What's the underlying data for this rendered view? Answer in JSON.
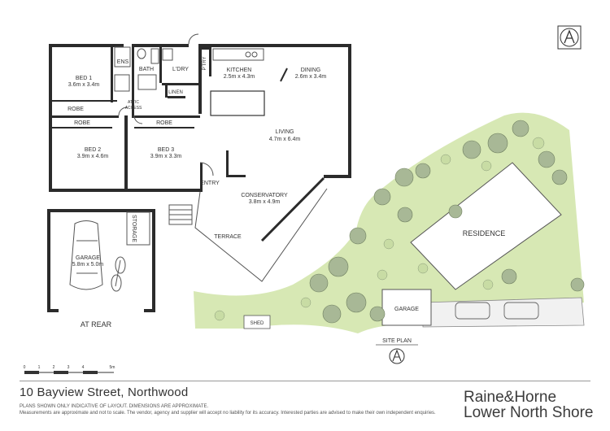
{
  "rooms": {
    "bed1": {
      "name": "BED 1",
      "size": "3.6m x 3.4m"
    },
    "ens": "ENS",
    "bath": "BATH",
    "ldry": "L'DRY",
    "linen": "LINEN",
    "ptry": "P'TRY",
    "kitchen": {
      "name": "KITCHEN",
      "size": "2.5m x 4.3m"
    },
    "dining": {
      "name": "DINING",
      "size": "2.6m x 3.4m"
    },
    "robe1": "ROBE",
    "attic_line1": "ATTIC",
    "attic_line2": "ACCESS",
    "robe2": "ROBE",
    "robe3": "ROBE",
    "bed2": {
      "name": "BED 2",
      "size": "3.9m x 4.6m"
    },
    "bed3": {
      "name": "BED 3",
      "size": "3.9m x 3.3m"
    },
    "living": {
      "name": "LIVING",
      "size": "4.7m x 6.4m"
    },
    "entry": "ENTRY",
    "conservatory": {
      "name": "CONSERVATORY",
      "size": "3.8m x 4.9m"
    },
    "terrace": "TERRACE",
    "storage": "STORAGE",
    "garage": {
      "name": "GARAGE",
      "size": "5.8m x 5.0m"
    },
    "at_rear": "AT REAR"
  },
  "site_plan": {
    "residence": "RESIDENCE",
    "garage": "GARAGE",
    "shed": "SHED",
    "title": "SITE PLAN"
  },
  "scale_bar": {
    "ticks": [
      "0",
      "1",
      "2",
      "3",
      "4",
      "5m"
    ]
  },
  "footer": {
    "address": "10 Bayview Street, Northwood",
    "disclaimer_line1": "PLANS SHOWN ONLY INDICATIVE OF LAYOUT. DIMENSIONS ARE APPROXIMATE.",
    "disclaimer_line2": "Measurements are approximate and not to scale. The vendor, agency and supplier will accept no liability for its accuracy. Interested parties are advised to make their own independent enquiries.",
    "brand": "Raine&Horne",
    "brand_sub": "Lower North Shore"
  },
  "colors": {
    "wall": "#2b2b2b",
    "tree_dark": "#8a9a7a",
    "tree_light": "#c8dca4",
    "lawn": "#d7e8b4"
  }
}
